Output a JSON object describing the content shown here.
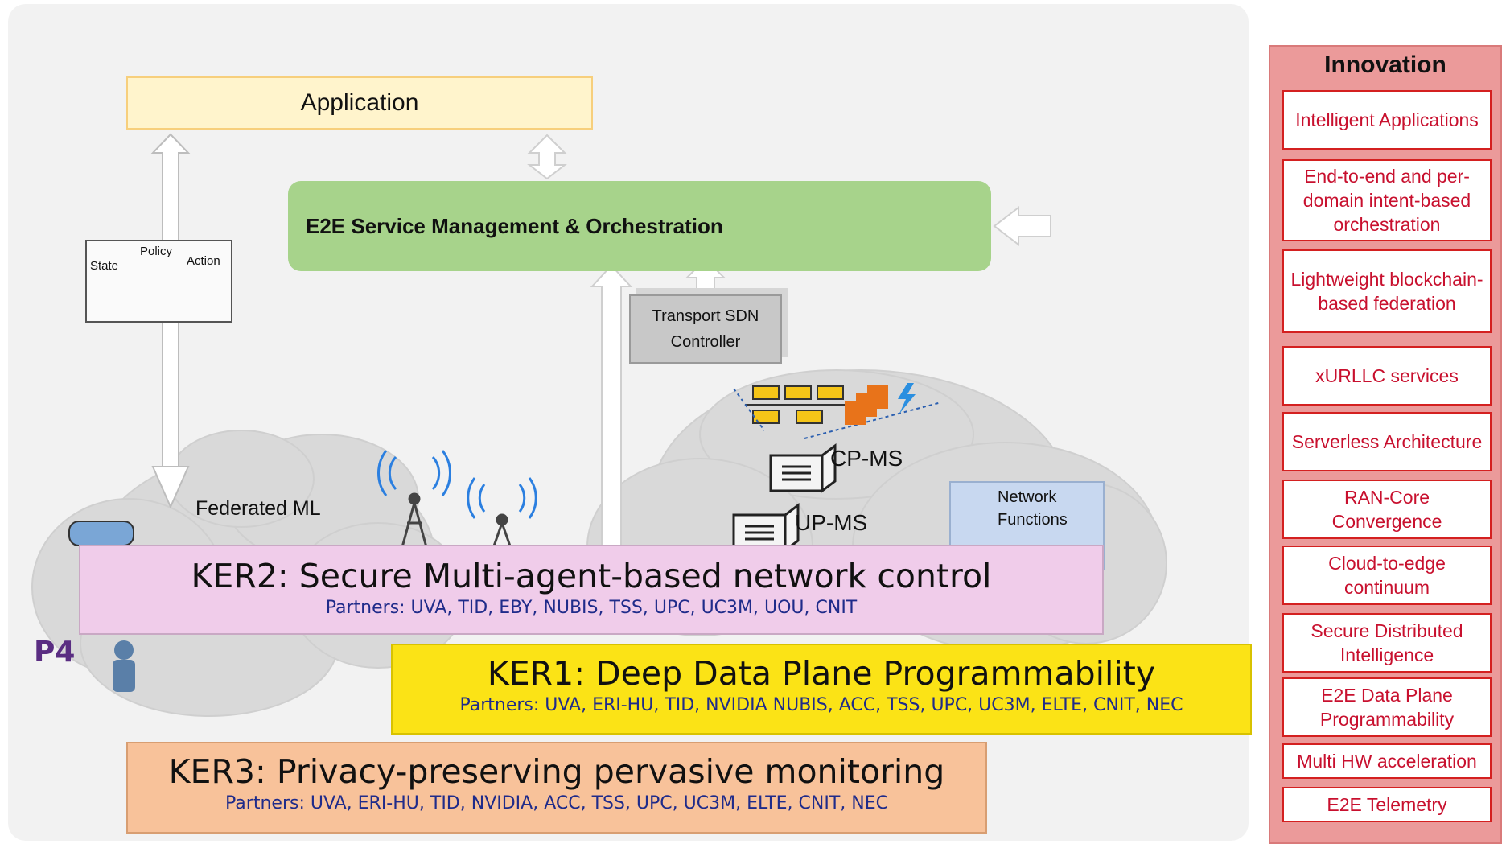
{
  "diagram": {
    "application_label": "Application",
    "e2e_label": "E2E  Service Management & Orchestration",
    "rl": {
      "state": "State",
      "policy": "Policy",
      "action": "Action"
    },
    "sdn": {
      "line1": "Transport SDN",
      "line2": "Controller"
    },
    "federated_ml": "Federated ML",
    "cp_ms": "CP-MS",
    "up_ms": "UP-MS",
    "network_functions": {
      "line1": "Network",
      "line2": "Functions"
    },
    "p4_logo": "P4"
  },
  "kers": [
    {
      "title": "KER2: Secure Multi-agent-based network control",
      "partners": "Partners: UVA, TID, EBY, NUBIS, TSS, UPC, UC3M, UOU, CNIT"
    },
    {
      "title": "KER1: Deep Data Plane Programmability",
      "partners": "Partners: UVA, ERI-HU, TID, NVIDIA NUBIS, ACC, TSS, UPC, UC3M, ELTE, CNIT, NEC"
    },
    {
      "title": "KER3: Privacy-preserving pervasive monitoring",
      "partners": "Partners: UVA, ERI-HU, TID, NVIDIA, ACC, TSS, UPC, UC3M, ELTE, CNIT, NEC"
    }
  ],
  "innovation": {
    "title": "Innovation",
    "items": [
      "Intelligent Applications",
      "End-to-end and per-domain intent-based orchestration",
      "Lightweight blockchain-based federation",
      "xURLLC services",
      "Serverless Architecture",
      "RAN-Core Convergence",
      "Cloud-to-edge continuum",
      "Secure Distributed Intelligence",
      "E2E Data Plane Programmability",
      "Multi HW acceleration",
      "E2E Telemetry"
    ]
  },
  "colors": {
    "ker1": "#fbe316",
    "ker2": "#f0ccea",
    "ker3": "#f8c29a",
    "innovation_panel": "#eb9a9a",
    "innovation_text": "#c8102e",
    "e2e": "#a7d38b"
  },
  "icons": [
    "pie-chart-icon",
    "brain-icon",
    "blockchain-cubes-icon",
    "antenna-icon",
    "server-icon",
    "lambda-icon",
    "switch-icon",
    "vr-headset-icon",
    "robot-arm-icon"
  ]
}
